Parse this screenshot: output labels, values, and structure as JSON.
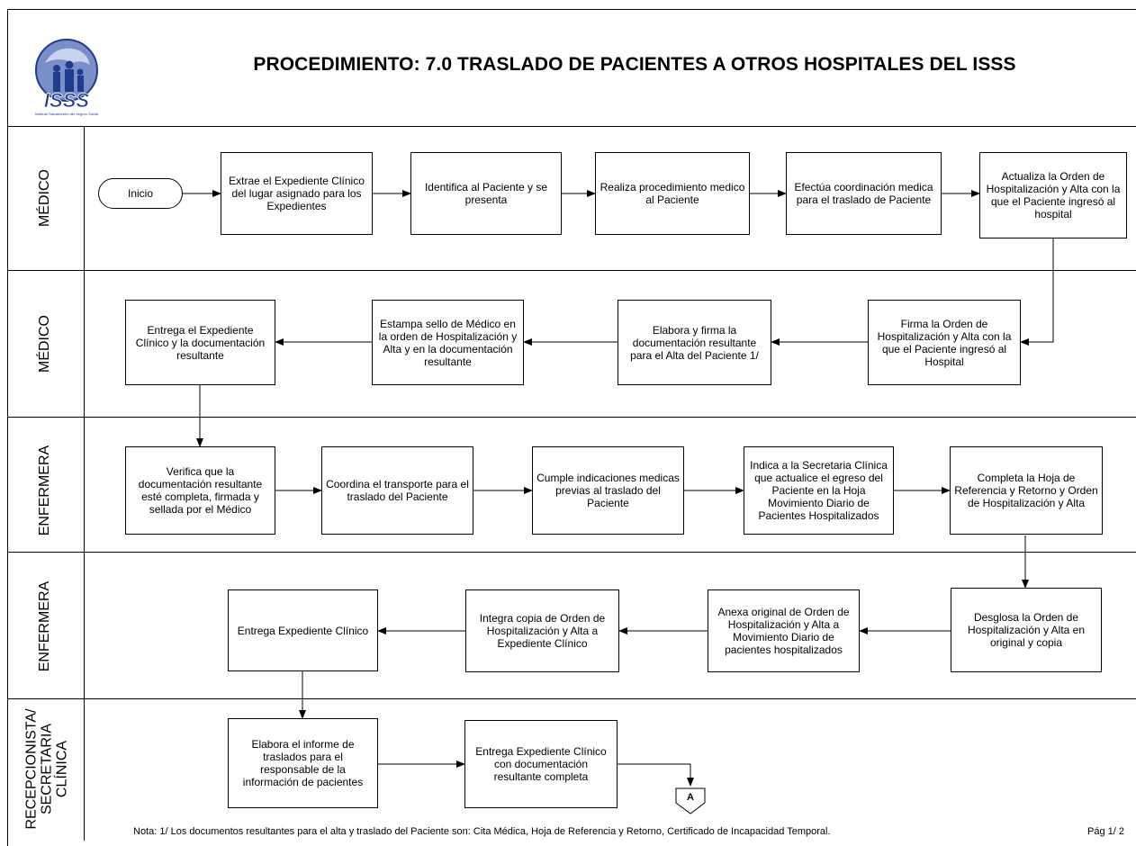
{
  "header": {
    "title": "PROCEDIMIENTO: 7.0 TRASLADO DE PACIENTES A OTROS HOSPITALES DEL ISSS",
    "logo_text": "ISSS",
    "logo_caption": "Instituto Salvadoreño del Seguro Social"
  },
  "lanes": [
    {
      "label": "MÉDICO"
    },
    {
      "label": "MÉDICO"
    },
    {
      "label": "ENFERMERA"
    },
    {
      "label": "ENFERMERA"
    },
    {
      "label_lines": [
        "RECEPCIONISTA/",
        "SECRETARIA",
        "CLÍNICA"
      ]
    }
  ],
  "start": {
    "label": "Inicio"
  },
  "steps": {
    "m1_1": "Extrae el  Expediente Clínico del lugar asignado para los Expedientes",
    "m1_2": "Identifica al Paciente y se presenta",
    "m1_3": "Realiza procedimiento medico  al Paciente",
    "m1_4": "Efectúa coordinación medica para el traslado de Paciente",
    "m1_5": "Actualiza la Orden de Hospitalización y Alta con la que el Paciente ingresó al hospital",
    "m2_1": "Firma la Orden de Hospitalización y Alta con la que el Paciente ingresó al Hospital",
    "m2_2": "Elabora y firma  la documentación resultante para el Alta del Paciente 1/",
    "m2_3": "Estampa sello de Médico en la orden de Hospitalización y Alta y en la documentación resultante",
    "m2_4": "Entrega el Expediente Clínico y la documentación resultante",
    "e1_1": "Verifica que la documentación resultante esté completa, firmada y sellada por el Médico",
    "e1_2": "Coordina el transporte para el traslado del Paciente",
    "e1_3": "Cumple indicaciones medicas previas al traslado del Paciente",
    "e1_4": "Indica a la Secretaria Clínica que actualice el egreso del Paciente en la Hoja Movimiento Diario de Pacientes Hospitalizados",
    "e1_5": "Completa la Hoja de Referencia y Retorno y Orden de Hospitalización y Alta",
    "e2_1": "Desglosa la Orden de Hospitalización y Alta en original y copia",
    "e2_2": "Anexa original de Orden de Hospitalización y Alta a Movimiento Diario de pacientes hospitalizados",
    "e2_3": "Integra copia de Orden de Hospitalización y Alta  a Expediente Clínico",
    "e2_4": "Entrega Expediente Clínico",
    "r_1": "Elabora el informe de traslados para el responsable de la información de pacientes",
    "r_2": "Entrega Expediente Clínico con documentación resultante completa"
  },
  "offpage": {
    "label": "A"
  },
  "footer": {
    "note": "Nota: 1/ Los documentos resultantes para el alta y traslado del Paciente son: Cita Médica, Hoja de Referencia y Retorno, Certificado de Incapacidad Temporal.",
    "page": "Pág 1/ 2"
  },
  "colors": {
    "line": "#000000",
    "logo_blue": "#1f3b8c",
    "logo_light": "#7a8fc9"
  }
}
